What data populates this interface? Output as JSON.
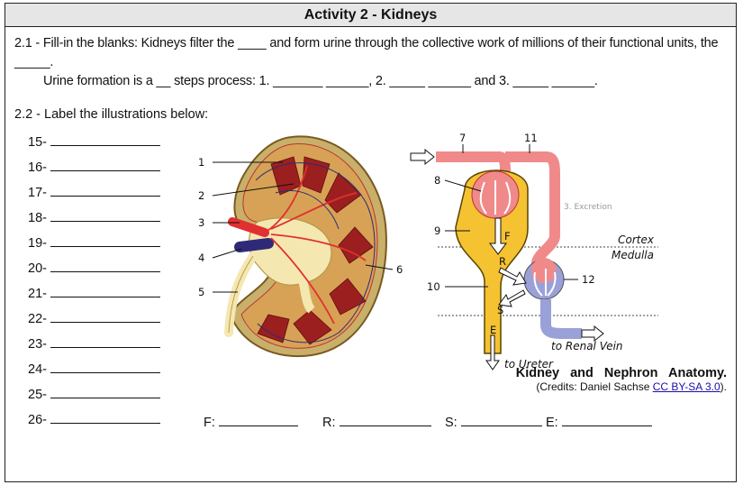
{
  "header": {
    "title": "Activity 2 - Kidneys"
  },
  "q21": {
    "line1": "2.1 - Fill-in the blanks: Kidneys filter the ____ and form urine through the collective work of millions of their functional units, the _____.",
    "line2": "Urine formation is a __ steps process: 1. _______ ______, 2. _____ ______ and 3. _____ ______."
  },
  "q22": {
    "heading": "2.2 - Label the illustrations below:"
  },
  "labels": [
    "15-",
    "16-",
    "17-",
    "18-",
    "19-",
    "20-",
    "21-",
    "22-",
    "23-",
    "24-",
    "25-",
    "26-"
  ],
  "fill_letters": [
    "F:",
    "R:",
    "S:",
    "E:"
  ],
  "kidney": {
    "callouts": [
      "1",
      "2",
      "3",
      "4",
      "5",
      "6"
    ]
  },
  "nephron": {
    "callouts": [
      "7",
      "11",
      "8",
      "9",
      "12",
      "10"
    ],
    "letters": [
      "F",
      "R",
      "S",
      "E"
    ],
    "cortex": "Cortex",
    "medulla": "Medulla",
    "renal_vein": "to Renal Vein",
    "ureter": "to Ureter",
    "excretion": "3. Excretion"
  },
  "caption": {
    "title": "Kidney and Nephron Anatomy.",
    "credit_prefix": "(Credits: Daniel Sachse ",
    "license": "CC BY-SA 3.0",
    "credit_suffix": ")."
  },
  "colors": {
    "artery": "#e03030",
    "vein": "#2f2a78",
    "medulla": "#9c1f1f",
    "pelvis": "#f5e7b0",
    "capsule_fill": "#c9b06a",
    "tube_yellow": "#f5c232",
    "blood_pink": "#f08a8a",
    "venous_blue": "#9aa0d8"
  }
}
